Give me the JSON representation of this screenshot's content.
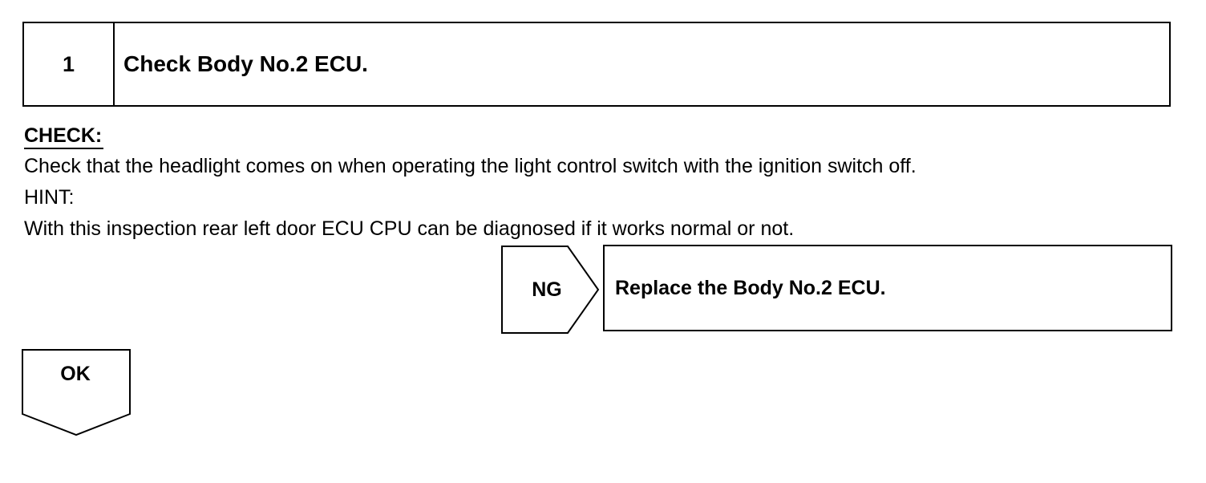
{
  "step": {
    "number": "1",
    "title": "Check Body No.2 ECU."
  },
  "check": {
    "label": "CHECK:",
    "text": "Check that the headlight comes on when operating the light control switch with the ignition switch off."
  },
  "hint": {
    "label": "HINT:",
    "text": "With this inspection rear left door ECU CPU can be diagnosed if it works normal or not."
  },
  "ng": {
    "label": "NG",
    "action": "Replace the Body No.2 ECU."
  },
  "ok": {
    "label": "OK"
  }
}
